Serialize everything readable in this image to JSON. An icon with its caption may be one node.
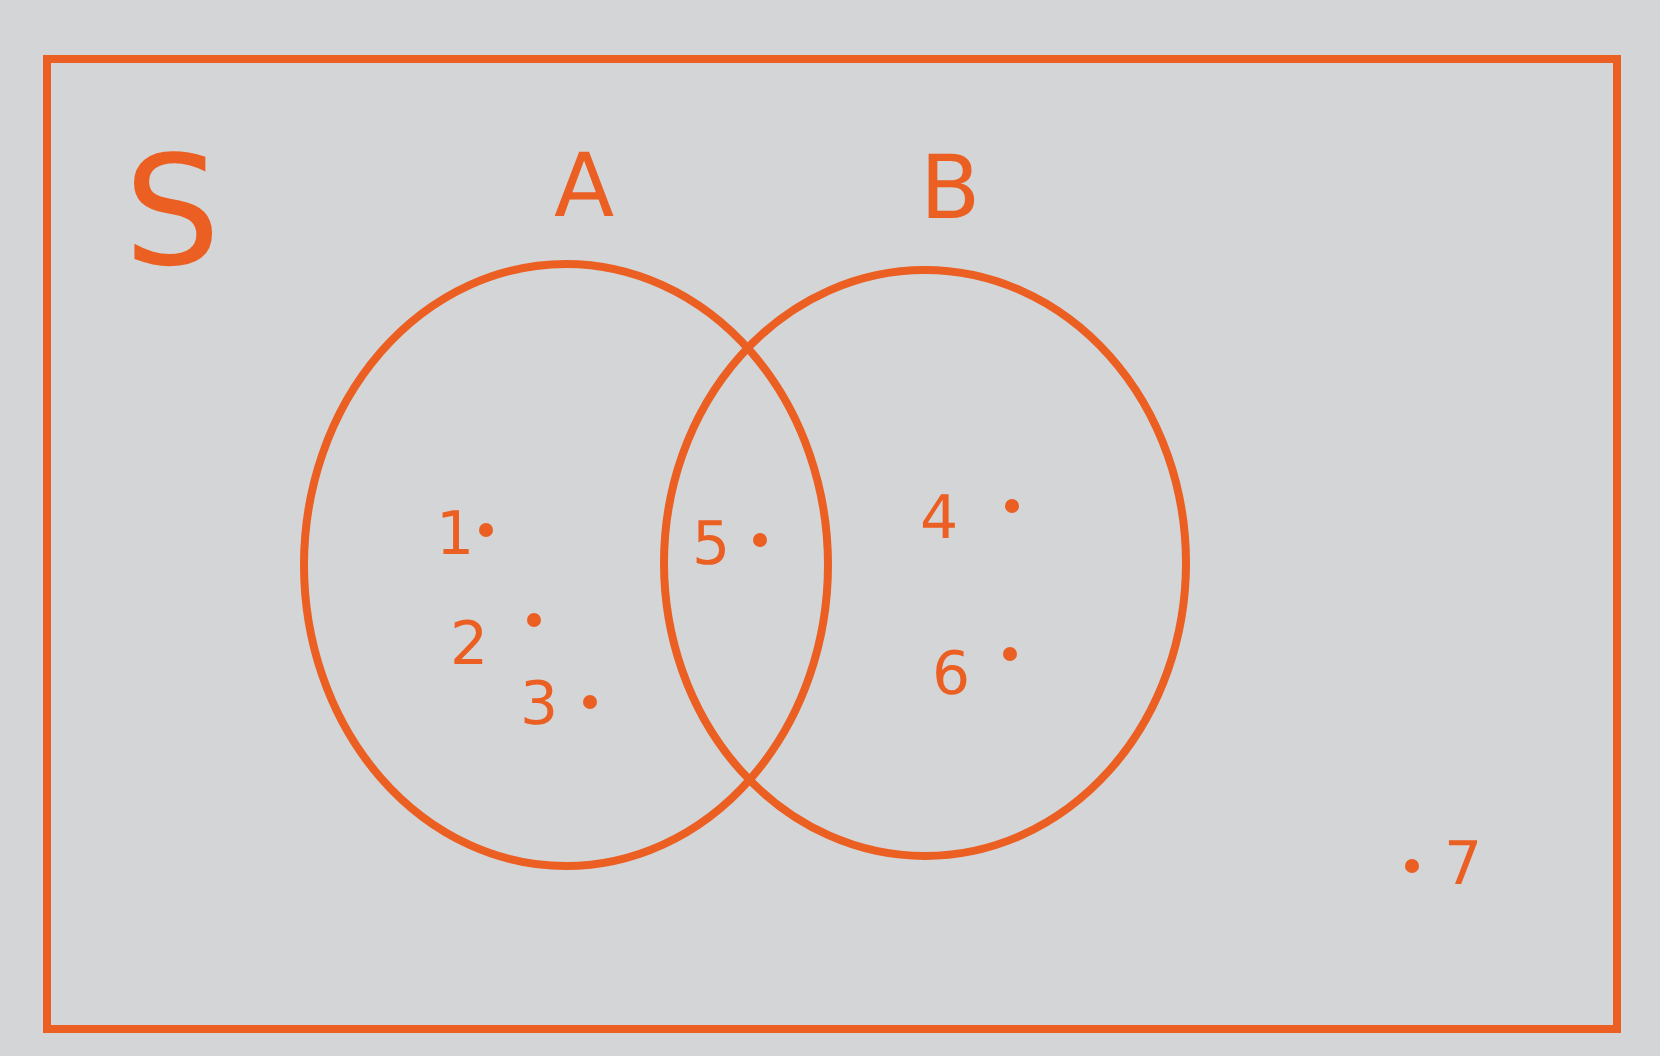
{
  "diagram": {
    "nodes": [
      {
        "text": [
          "S"
        ]
      },
      {
        "text": [
          "A"
        ],
        "in": 0
      },
      {
        "text": [
          "B"
        ],
        "in": 0
      }
    ],
    "labels": [
      "1",
      "5",
      "4",
      "2",
      "6",
      "3",
      "7"
    ]
  }
}
